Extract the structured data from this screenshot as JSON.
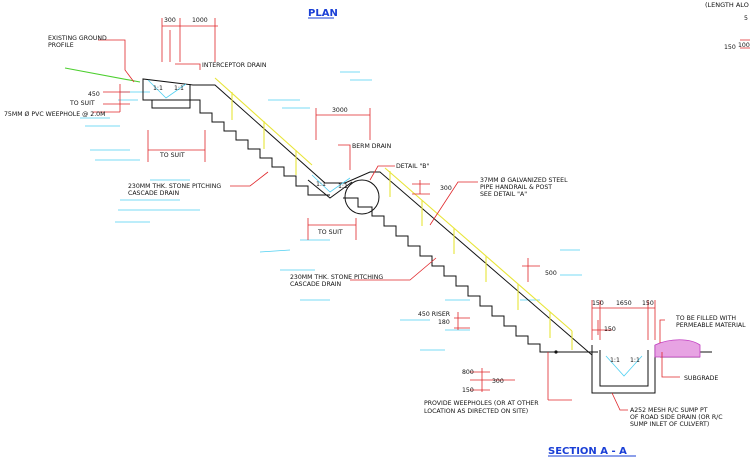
{
  "header": {
    "plan_title": "PLAN",
    "top_right_note": "(LENGTH ALO",
    "section_title": "SECTION A - A"
  },
  "dims": {
    "d300_top": "300",
    "d1000_top": "1000",
    "d450": "450",
    "to_suit_small": "TO SUIT",
    "to_suit_1": "TO SUIT",
    "d3000": "3000",
    "d300_mid": "300",
    "to_suit_2": "TO SUIT",
    "d500": "500",
    "d150_a": "150",
    "d1650": "1650",
    "d150_b": "150",
    "d150_c": "150",
    "d180": "180",
    "d800": "800",
    "d300_low": "300",
    "d150_low": "150",
    "slope_1": "1:1",
    "slope_2": "1:1",
    "slope_3": "1:1",
    "slope_4": "1:1",
    "slope_5": "1:1",
    "slope_6": "1:1",
    "right_100": "100",
    "right_150": "150",
    "right_5": "5"
  },
  "labels": {
    "existing_ground_1": "EXISTING GROUND",
    "existing_ground_2": "PROFILE",
    "interceptor_drain": "INTERCEPTOR DRAIN",
    "weephole": "75mm ø PVC WEEPHOLE @ 2.0m",
    "stone_pitching_1a": "230mm THK. STONE PITCHING",
    "stone_pitching_1b": "CASCADE DRAIN",
    "berm_drain": "BERM DRAIN",
    "detail_b": "DETAIL \"B\"",
    "handrail_1": "37mm ø GALVANIZED STEEL",
    "handrail_2": "PIPE HANDRAIL & POST",
    "handrail_3": "SEE DETAIL \"A\"",
    "stone_pitching_2a": "230mm THK. STONE PITCHING",
    "stone_pitching_2b": "CASCADE DRAIN",
    "riser": "450 RISER",
    "fill_1": "TO BE FILLED WITH",
    "fill_2": "PERMEABLE MATERIAL",
    "subgrade": "SUBGRADE",
    "weepholes_1": "PROVIDE WEEPHOLES (OR AT OTHER",
    "weepholes_2": "LOCATION AS DIRECTED ON SITE)",
    "mesh_1": "A252 MESH R/C SUMP PT",
    "mesh_2": "OF ROAD SIDE DRAIN (OR R/C",
    "mesh_3": "SUMP INLET OF CULVERT)"
  },
  "colors": {
    "dimension": "#e0262a",
    "outline": "#111111",
    "hidden": "#4fd0f2",
    "handrail": "#e8e53a",
    "ground": "#4ccf2e",
    "fill": "#e7a3e3",
    "title": "#1a3fd6"
  }
}
